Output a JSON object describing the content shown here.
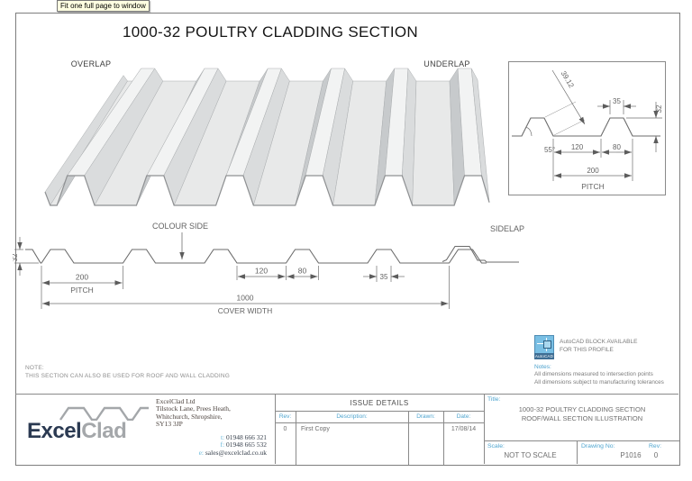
{
  "tooltip": {
    "text": "Fit one full page to window"
  },
  "drawing": {
    "title": "1000-32 POULTRY CLADDING SECTION",
    "overlap_label": "OVERLAP",
    "underlap_label": "UNDERLAP",
    "detail": {
      "dim_slope": "39.12",
      "dim_top": "35",
      "dim_height": "32",
      "angle": "55°",
      "dim_valley": "120",
      "dim_rib": "80",
      "dim_pitch": "200",
      "pitch_label": "PITCH"
    },
    "section": {
      "colour_side_label": "COLOUR SIDE",
      "sidelap_label": "SIDELAP",
      "dim_height": "32",
      "dim_pitch": "200",
      "pitch_label": "PITCH",
      "dim_valley": "120",
      "dim_rib": "80",
      "dim_top": "35",
      "dim_cover": "1000",
      "cover_label": "COVER WIDTH"
    },
    "note_heading": "NOTE:",
    "note_text": "THIS SECTION CAN ALSO BE USED FOR ROOF AND WALL CLADDING",
    "autocad": {
      "badge": "AutoCAD",
      "line1": "AutoCAD BLOCK AVAILABLE",
      "line2": "FOR THIS PROFILE"
    },
    "notes": {
      "heading": "Notes:",
      "line1": "All dimensions measured to intersection points",
      "line2": "All dimensions subject to manufacturing tolerances"
    }
  },
  "title_block": {
    "company": {
      "logo_excel": "Excel",
      "logo_clad": "Clad",
      "name": "ExcelClad Ltd",
      "address1": "Tilstock Lane, Prees Heath,",
      "address2": "Whitchurch, Shropshire,",
      "address3": "SY13 3JP",
      "tel_prefix": "t:",
      "tel": "01948 666 321",
      "fax_prefix": "f:",
      "fax": "01948 665 532",
      "email_prefix": "e:",
      "email": "sales@excelclad.co.uk"
    },
    "issue_details": {
      "header": "ISSUE DETAILS",
      "columns": [
        "Rev:",
        "Description:",
        "Drawn:",
        "Date:"
      ],
      "rows": [
        {
          "rev": "0",
          "description": "First Copy",
          "drawn": "",
          "date": "17/08/14"
        }
      ]
    },
    "title_label": "Title:",
    "title_line1": "1000-32 POULTRY CLADDING SECTION",
    "title_line2": "ROOF/WALL SECTION ILLUSTRATION",
    "scale_label": "Scale:",
    "scale_value": "NOT TO SCALE",
    "drawing_no_label": "Drawing No:",
    "drawing_no_value": "P1016",
    "rev_label": "Rev:",
    "rev_value": "0"
  },
  "colors": {
    "accent_blue": "#4aa0cc",
    "line_gray": "#7e7e7e",
    "text_gray": "#6e6e6e"
  }
}
